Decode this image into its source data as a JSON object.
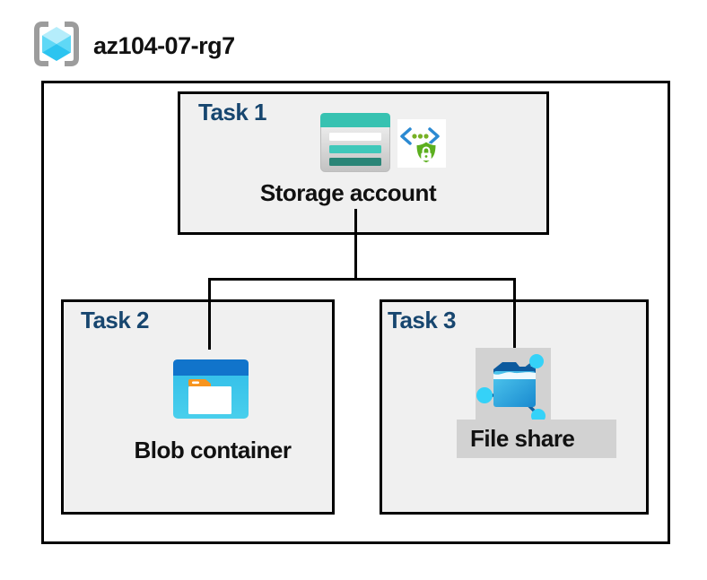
{
  "header": {
    "resource_group_name": "az104-07-rg7"
  },
  "tasks": [
    {
      "label": "Task 1",
      "resource": "Storage account",
      "icons": [
        "storage-account-icon",
        "sas-secure-token-icon"
      ]
    },
    {
      "label": "Task 2",
      "resource": "Blob container",
      "icons": [
        "blob-container-icon"
      ]
    },
    {
      "label": "Task 3",
      "resource": "File share",
      "icons": [
        "file-share-icon"
      ],
      "highlighted": true
    }
  ],
  "connections": [
    {
      "from": "Storage account",
      "to": "Blob container"
    },
    {
      "from": "Storage account",
      "to": "File share"
    }
  ],
  "colors": {
    "task_label": "#17466f",
    "box_fill": "#f0f0f0",
    "box_border": "#000000",
    "canvas_bg": "#ffffff",
    "highlight": "#d2d2d2",
    "storage_teal": "#37c2b1",
    "blob_blue": "#1174cb",
    "fileshare_blue": "#1b8fd0",
    "rg_cyan": "#3ecbf2"
  }
}
